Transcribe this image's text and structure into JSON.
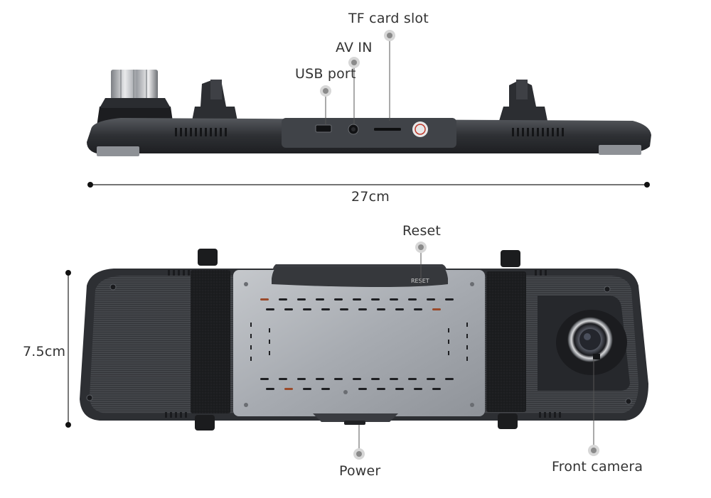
{
  "labels": {
    "tf_card_slot": "TF card slot",
    "av_in": "AV IN",
    "usb_port": "USB port",
    "length": "27cm",
    "reset": "Reset",
    "height": "7.5cm",
    "power": "Power",
    "front_camera": "Front camera"
  },
  "device_markings": {
    "reset_print": "RESET"
  },
  "colors": {
    "background": "#ffffff",
    "body_dark": "#2d2f33",
    "body_mid": "#3b3e43",
    "plate_silver": "#a9adb3",
    "pad_black": "#1b1c1e",
    "callout_dot": "#8a8a8a",
    "dimension_line": "#222222",
    "label_text": "#333333"
  },
  "icons": [
    "usb-port-icon",
    "av-jack-icon",
    "tf-slot-icon",
    "dash-cam-logo",
    "camera-lens-icon"
  ]
}
